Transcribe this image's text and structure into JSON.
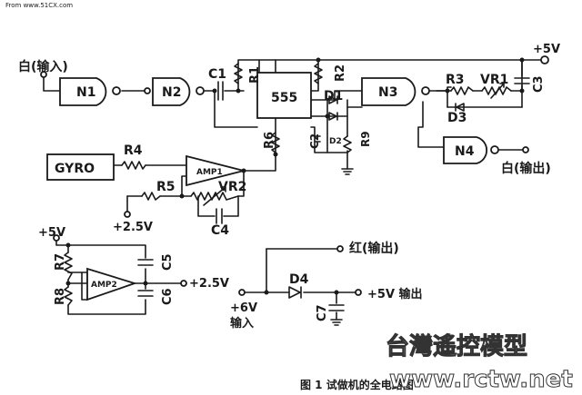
{
  "watermark_top": "From www.51CX.com",
  "labels": {
    "white_in": "白(输入)",
    "white_out": "白(输出)",
    "red_out": "红(输出)",
    "vcc": "+5V",
    "vcc2": "+5V",
    "vref_a": "+2.5V",
    "vref_b": "+2.5V",
    "plus6v": "+6V",
    "in_cn": "输入",
    "out5v": "+5V 输出",
    "gyro": "GYRO",
    "n1": "N1",
    "n2": "N2",
    "n3": "N3",
    "n4": "N4",
    "ic555": "555",
    "amp1": "AMP1",
    "amp2": "AMP2"
  },
  "components": {
    "c1": "C1",
    "c2": "C2",
    "c3": "C3",
    "c4": "C4",
    "c5": "C5",
    "c6": "C6",
    "c7": "C7",
    "r1": "R1",
    "r2": "R2",
    "r3": "R3",
    "r4": "R4",
    "r5": "R5",
    "r6": "R6",
    "r7": "R7",
    "r8": "R8",
    "r9": "R9",
    "vr1": "VR1",
    "vr2": "VR2",
    "d1": "D1",
    "d2": "D2",
    "d3": "D3",
    "d4": "D4"
  },
  "caption": "图 1   试做机的全电路图",
  "watermark_cn": "台灣遙控模型",
  "watermark_url": "www.rctw.net"
}
